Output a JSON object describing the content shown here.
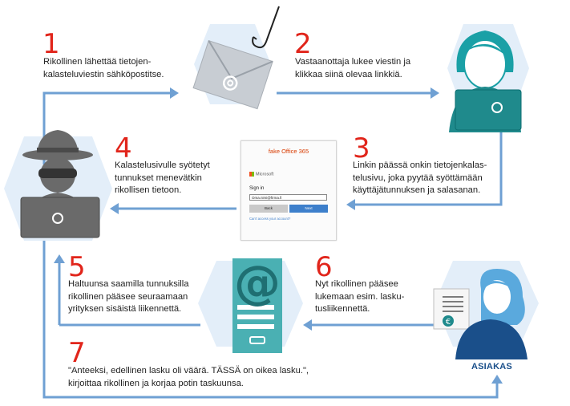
{
  "steps": [
    {
      "number": "1",
      "text_lines": [
        "Rikollinen lähettää tietojen-",
        "kalasteluviestin sähköpostitse."
      ]
    },
    {
      "number": "2",
      "text_lines": [
        "Vastaanottaja lukee viestin ja",
        "klikkaa siinä olevaa linkkiä."
      ]
    },
    {
      "number": "3",
      "text_lines": [
        "Linkin päässä onkin tietojenkalas-",
        "telusivu, joka pyytää syöttämään",
        "käyttäjätunnuksen ja salasanan."
      ]
    },
    {
      "number": "4",
      "text_lines": [
        "Kalastelusivulle syötetyt",
        "tunnukset menevätkin",
        "rikollisen tietoon."
      ]
    },
    {
      "number": "5",
      "text_lines": [
        "Haltuunsa saamilla tunnuksilla",
        "rikollinen pääsee seuraamaan",
        "yrityksen sisäistä liikennettä."
      ]
    },
    {
      "number": "6",
      "text_lines": [
        "Nyt rikollinen pääsee",
        "lukemaan esim. lasku-",
        "tusliikennettä."
      ]
    },
    {
      "number": "7",
      "text_lines": [
        "\"Anteeksi, edellinen lasku oli väärä. TÄSSÄ on oikea lasku.\",",
        "kirjoittaa rikollinen ja korjaa potin taskuunsa."
      ]
    }
  ],
  "fake_login": {
    "brand": "fake  Office 365",
    "provider": "Microsoft",
    "sign_in": "Sign in",
    "field_value": "Oma.nimi@firma.fi",
    "back_button": "Back",
    "next_button": "Next",
    "link": "Can't access your account?"
  },
  "customer_label": "ASIAKAS",
  "colors": {
    "accent_number": "#e1251b",
    "hexagon": "#e3eef9",
    "arrow": "#6fa0d3",
    "teal": "#1f8a8c",
    "hacker": "#6a6a6a"
  },
  "icons": [
    "hacker-icon",
    "envelope-hook-icon",
    "user-laptop-icon",
    "fake-login-page",
    "email-server-icon",
    "customer-invoice-icon"
  ]
}
